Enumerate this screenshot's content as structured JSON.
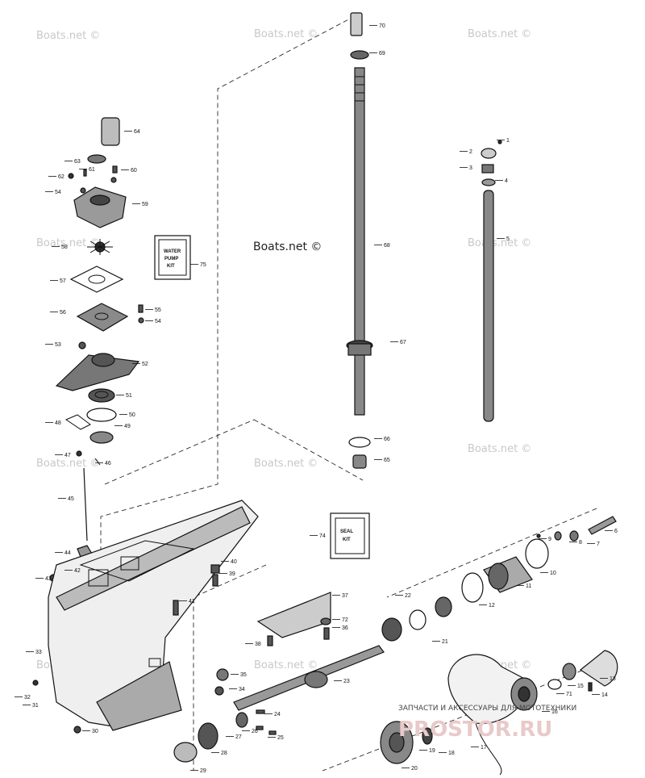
{
  "watermarks": [
    "Boats.net ©",
    "Boats.net ©",
    "Boats.net ©",
    "Boats.net ©",
    "Boats.net ©",
    "Boats.net ©",
    "Boats.net ©",
    "Boats.net ©",
    "Boats.net ©",
    "Boats.net ©",
    "Boats.net ©"
  ],
  "center_watermark": "Boats.net ©",
  "banner": "ЗАПЧАСТИ И АКСЕССУАРЫ ДЛЯ МОТОТЕХНИКИ",
  "logo_text": "PROSTOR.RU",
  "kits": {
    "water_pump": [
      "WATER",
      "PUMP",
      "KIT"
    ],
    "seal": [
      "SEAL",
      "KIT"
    ]
  },
  "callouts": [
    "70",
    "69",
    "64",
    "63",
    "61",
    "60",
    "62",
    "54",
    "59",
    "58",
    "75",
    "57",
    "56",
    "55",
    "54",
    "53",
    "52",
    "51",
    "50",
    "48",
    "49",
    "47",
    "46",
    "45",
    "68",
    "67",
    "66",
    "65",
    "1",
    "2",
    "3",
    "4",
    "5",
    "74",
    "6",
    "7",
    "8",
    "9",
    "10",
    "11",
    "12",
    "22",
    "21",
    "44",
    "42",
    "43",
    "40",
    "39",
    "41",
    "37",
    "38",
    "72",
    "36",
    "33",
    "32",
    "31",
    "35",
    "34",
    "23",
    "13",
    "14",
    "15",
    "71",
    "16",
    "30",
    "27",
    "28",
    "26",
    "25",
    "29",
    "24",
    "20",
    "19",
    "18",
    "17"
  ]
}
